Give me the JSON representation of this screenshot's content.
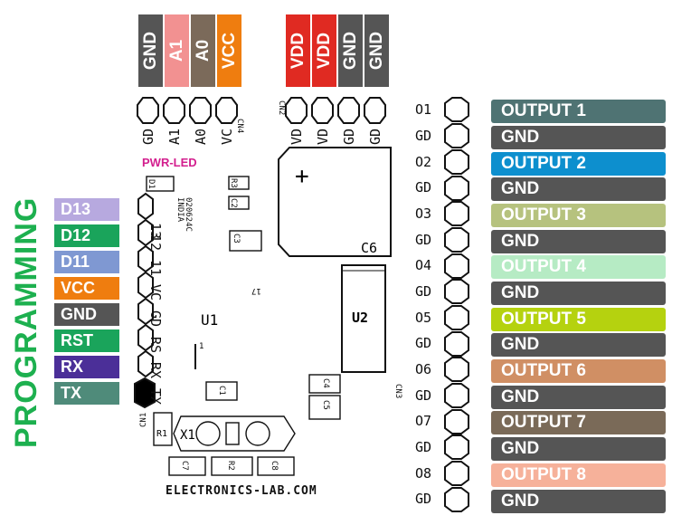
{
  "top_labels_left": [
    {
      "text": "GND",
      "color": "#555555"
    },
    {
      "text": "A1",
      "color": "#f29191"
    },
    {
      "text": "A0",
      "color": "#7b6a5a"
    },
    {
      "text": "VCC",
      "color": "#ef7d0f"
    }
  ],
  "top_labels_right": [
    {
      "text": "VDD",
      "color": "#e02a22"
    },
    {
      "text": "VDD",
      "color": "#e02a22"
    },
    {
      "text": "GND",
      "color": "#555555"
    },
    {
      "text": "GND",
      "color": "#555555"
    }
  ],
  "cn4": {
    "ref": "CN4",
    "pins": [
      "GD",
      "A1",
      "A0",
      "VC"
    ]
  },
  "cn2": {
    "ref": "CN2",
    "pins": [
      "VD",
      "VD",
      "GD",
      "GD"
    ]
  },
  "programming_title": "PROGRAMMING",
  "programming_labels": [
    {
      "text": "D13",
      "color": "#b7a9df"
    },
    {
      "text": "D12",
      "color": "#1aa45b"
    },
    {
      "text": "D11",
      "color": "#7f98d2"
    },
    {
      "text": "VCC",
      "color": "#ef7d0f"
    },
    {
      "text": "GND",
      "color": "#555555"
    },
    {
      "text": "RST",
      "color": "#1aa45b"
    },
    {
      "text": "RX",
      "color": "#4b2f98"
    },
    {
      "text": "TX",
      "color": "#4f8b7a"
    }
  ],
  "cn1": {
    "ref": "CN1",
    "pins": [
      "13",
      "12",
      "11",
      "VC",
      "GD",
      "RS",
      "RX",
      "TX"
    ]
  },
  "cn3": {
    "ref": "CN3",
    "pins": [
      "O1",
      "GD",
      "O2",
      "GD",
      "O3",
      "GD",
      "O4",
      "GD",
      "O5",
      "GD",
      "O6",
      "GD",
      "O7",
      "GD",
      "O8",
      "GD"
    ]
  },
  "output_labels": [
    {
      "text": "OUTPUT 1",
      "color": "#4f7373"
    },
    {
      "text": "GND",
      "color": "#555555"
    },
    {
      "text": "OUTPUT 2",
      "color": "#0d8fce"
    },
    {
      "text": "GND",
      "color": "#555555"
    },
    {
      "text": "OUTPUT 3",
      "color": "#b6c27e"
    },
    {
      "text": "GND",
      "color": "#555555"
    },
    {
      "text": "OUTPUT 4",
      "color": "#b6ebc4"
    },
    {
      "text": "GND",
      "color": "#555555"
    },
    {
      "text": "OUTPUT 5",
      "color": "#b5d20f"
    },
    {
      "text": "GND",
      "color": "#555555"
    },
    {
      "text": "OUTPUT 6",
      "color": "#d08f64"
    },
    {
      "text": "GND",
      "color": "#555555"
    },
    {
      "text": "OUTPUT 7",
      "color": "#7a6a58"
    },
    {
      "text": "GND",
      "color": "#555555"
    },
    {
      "text": "OUTPUT 8",
      "color": "#f6b19a"
    },
    {
      "text": "GND",
      "color": "#555555"
    }
  ],
  "pwr_led": "PWR-LED",
  "designators": {
    "d1": "D1",
    "r3": "R3",
    "c2": "C2",
    "c3": "C3",
    "c6": "C6",
    "u1": "U1",
    "u2": "U2",
    "c1": "C1",
    "c4": "C4",
    "c5": "C5",
    "r1": "R1",
    "x1": "X1",
    "c7": "C7",
    "r2": "R2",
    "c8": "C8",
    "pin1_u1": "1",
    "pin17": "17",
    "plus": "+"
  },
  "chip_marking": [
    "020624C",
    "INDIA"
  ],
  "brand": "ELECTRONICS-LAB.COM"
}
